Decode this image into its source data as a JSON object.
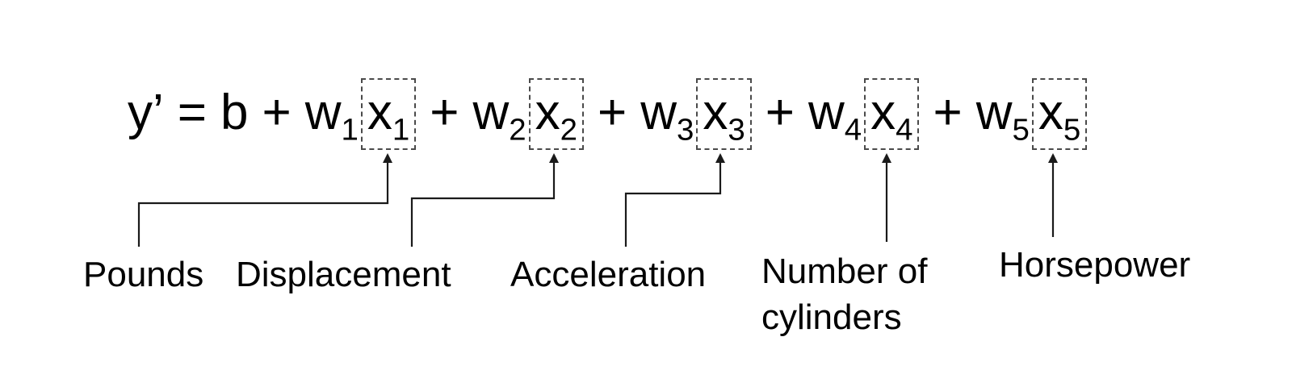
{
  "equation": {
    "lhs": "y’",
    "equals": "=",
    "bias": "b",
    "plus": "+",
    "terms": [
      {
        "weight": "w",
        "weight_sub": "1",
        "var": "x",
        "var_sub": "1",
        "feature": "Pounds"
      },
      {
        "weight": "w",
        "weight_sub": "2",
        "var": "x",
        "var_sub": "2",
        "feature": "Displacement"
      },
      {
        "weight": "w",
        "weight_sub": "3",
        "var": "x",
        "var_sub": "3",
        "feature": "Acceleration"
      },
      {
        "weight": "w",
        "weight_sub": "4",
        "var": "x",
        "var_sub": "4",
        "feature": "Number of cylinders"
      },
      {
        "weight": "w",
        "weight_sub": "5",
        "var": "x",
        "var_sub": "5",
        "feature": "Horsepower"
      }
    ]
  },
  "colors": {
    "background": "#ffffff",
    "text": "#000000",
    "connector": "#1a1a1a",
    "box_border": "#4a4a4a"
  }
}
